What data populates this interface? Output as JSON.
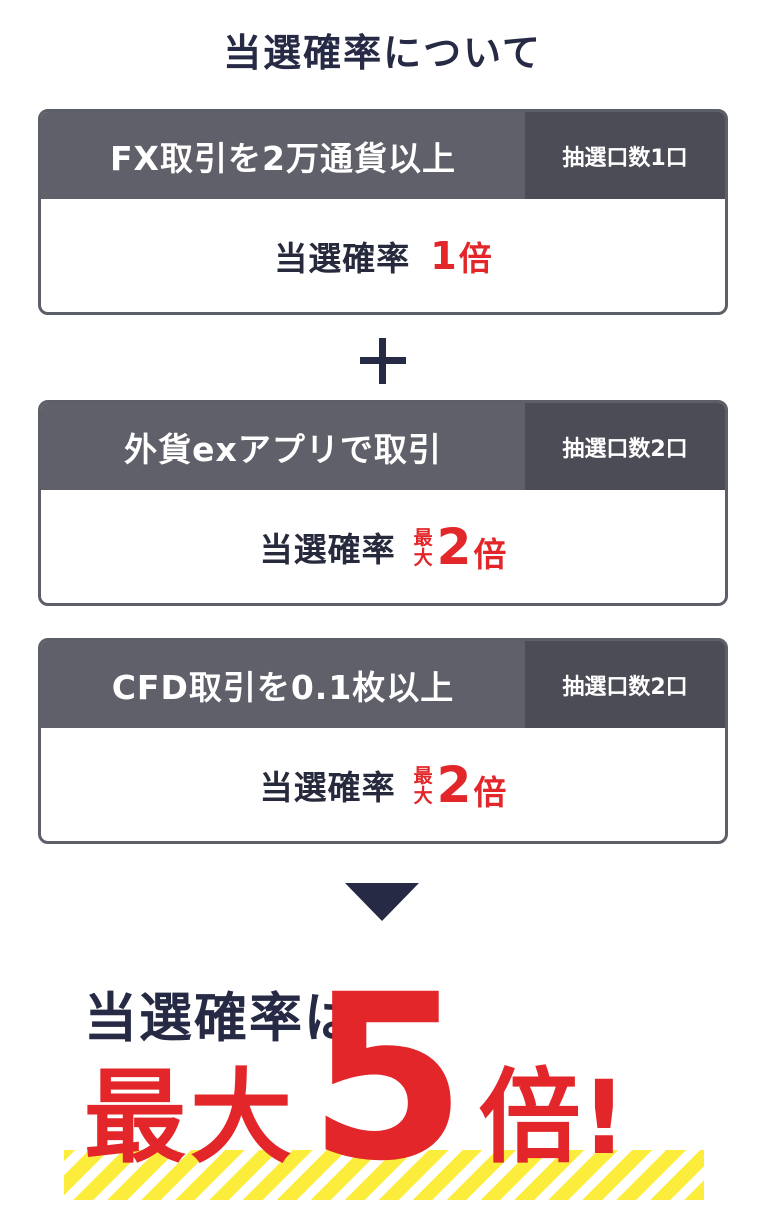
{
  "heading": "当選確率について",
  "cards": [
    {
      "condition": "FX取引を2万通貨以上",
      "lottery": "抽選口数1口",
      "prob_label": "当選確率",
      "prob_max": "",
      "prob_num": "1",
      "prob_unit": "倍"
    },
    {
      "condition": "外貨exアプリで取引",
      "lottery": "抽選口数2口",
      "prob_label": "当選確率",
      "prob_max": [
        "最",
        "大"
      ],
      "prob_num": "2",
      "prob_unit": "倍"
    },
    {
      "condition": "CFD取引を0.1枚以上",
      "lottery": "抽選口数2口",
      "prob_label": "当選確率",
      "prob_max": [
        "最",
        "大"
      ],
      "prob_num": "2",
      "prob_unit": "倍"
    }
  ],
  "plus_icon": "plus-icon",
  "arrow_icon": "triangle-down-icon",
  "result": {
    "label": "当選確率は",
    "max": "最大",
    "num": "5",
    "unit": "倍!"
  },
  "colors": {
    "navy": "#262a44",
    "red": "#e2262a",
    "header_gray": "#5f6069",
    "side_gray": "#4b4c55",
    "stripe_yellow": "#fcec3c"
  }
}
